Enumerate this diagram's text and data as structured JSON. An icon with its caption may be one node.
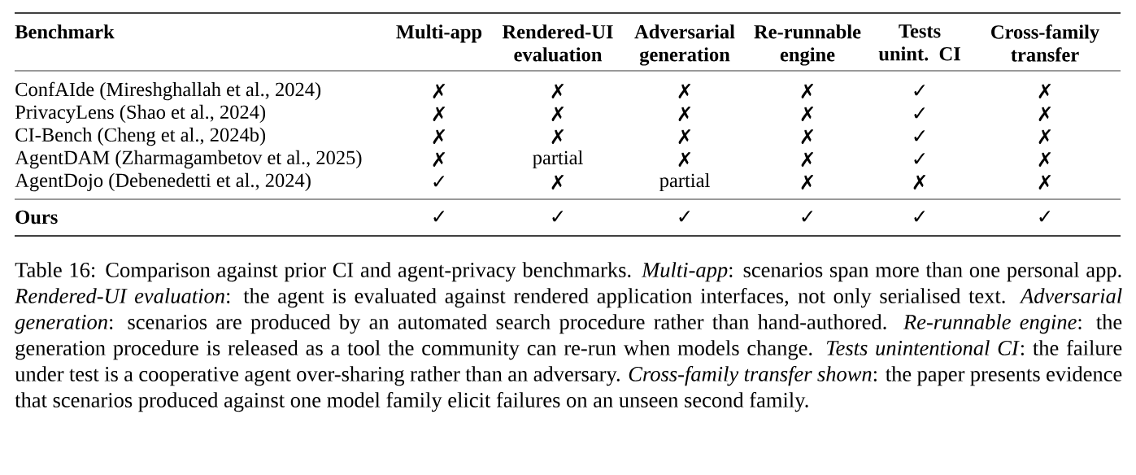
{
  "diagram": {
    "caption": "Table 16: Comparison against prior CI and agent-privacy benchmarks. *Multi-app*: scenarios span more than one personal app. *Rendered-UI evaluation*: the agent is evaluated against rendered application interfaces, not only serialised text. *Adversarial generation*: scenarios are produced by an automated search procedure rather than hand-authored. *Re-runnable engine*: the generation procedure is released as a tool the community can re-run when models change. *Tests unintentional CI*: the failure under test is a cooperative agent over-sharing rather than an adversary. *Cross-family transfer shown*: the paper presents evidence that scenarios produced against one model family elicit failures on an unseen second family.",
    "labels": [
      "Benchmark",
      "Multi-app",
      "Rendered-UI evaluation",
      "Adversarial generation",
      "Re-runnable engine",
      "Tests unint. CI",
      "Cross-family transfer",
      "ConfAIde (Mireshghallah et al., 2024)",
      "✗",
      "✗",
      "✗",
      "✗",
      "✓",
      "✗",
      "PrivacyLens (Shao et al., 2024)",
      "✗",
      "✗",
      "✗",
      "✗",
      "✓",
      "✗",
      "CI-Bench (Cheng et al., 2024b)",
      "✗",
      "✗",
      "✗",
      "✗",
      "✓",
      "✗",
      "AgentDAM (Zharmagambetov et al., 2025)",
      "✗",
      "partial",
      "✗",
      "✗",
      "✓",
      "✗",
      "AgentDojo (Debenedetti et al., 2024)",
      "✓",
      "✗",
      "partial",
      "✗",
      "✗",
      "✗",
      "Ours",
      "✓",
      "✓",
      "✓",
      "✓",
      "✓",
      "✓"
    ]
  }
}
